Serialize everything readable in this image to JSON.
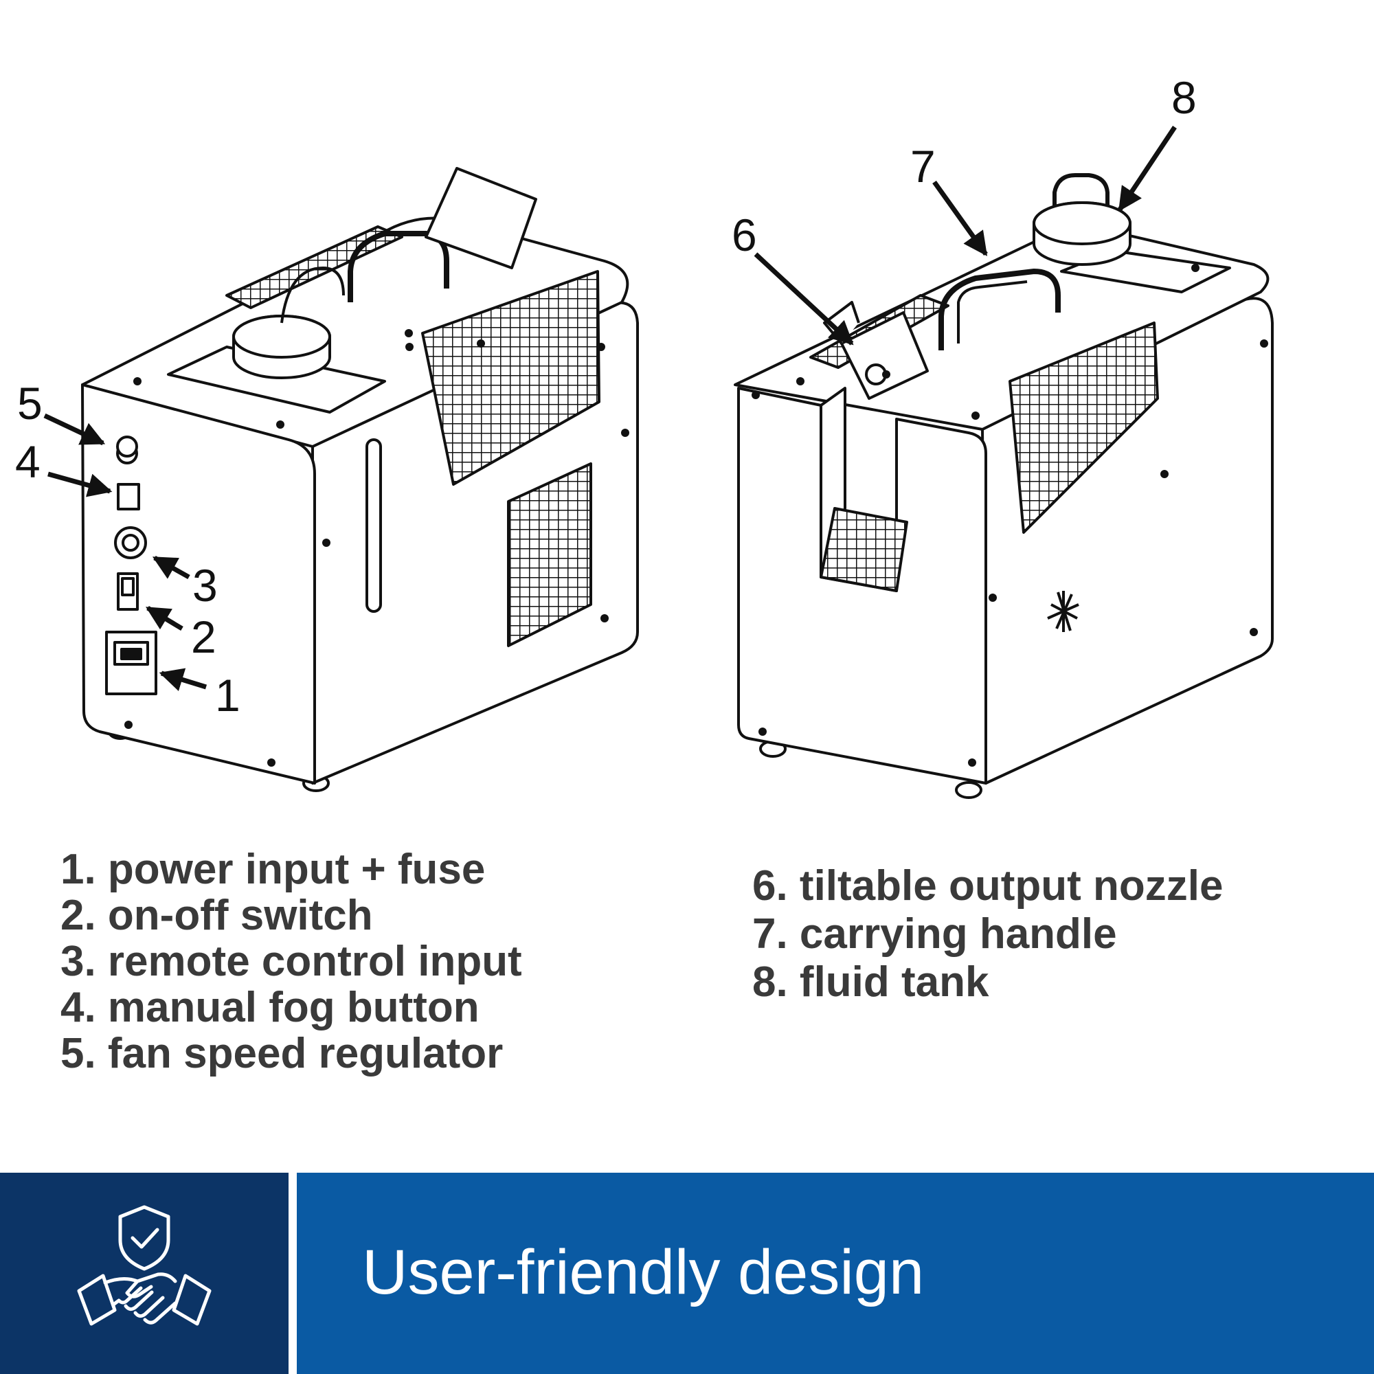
{
  "callouts": [
    "1",
    "2",
    "3",
    "4",
    "5",
    "6",
    "7",
    "8"
  ],
  "legend_left": [
    "1.  power input + fuse",
    "2. on-off switch",
    "3. remote control input",
    "4. manual fog button",
    "5. fan speed regulator"
  ],
  "legend_right": [
    "6. tiltable output nozzle",
    "7. carrying handle",
    "8. fluid tank"
  ],
  "banner": {
    "title": "User-friendly design",
    "icon": "shield-check-handshake-icon",
    "colors": {
      "left": "#0c3466",
      "right": "#0a5aa3",
      "text": "#ffffff"
    }
  }
}
